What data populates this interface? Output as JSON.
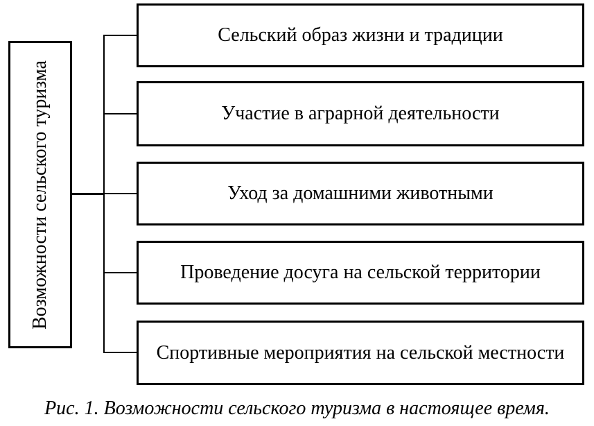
{
  "figure": {
    "root": {
      "label": "Возможности сельского туризма"
    },
    "branches": [
      {
        "label": "Сельский образ жизни и традиции"
      },
      {
        "label": "Участие в аграрной деятельности"
      },
      {
        "label": "Уход за домашними животными"
      },
      {
        "label": "Проведение досуга на сельской территории"
      },
      {
        "label": "Спортивные мероприятия на сельской местности"
      }
    ],
    "caption": "Рис. 1. Возможности сельского туризма в настоящее время.",
    "colors": {
      "line": "#000000",
      "text": "#000000",
      "box_fill": "#ffffff",
      "background": "#ffffff"
    }
  }
}
